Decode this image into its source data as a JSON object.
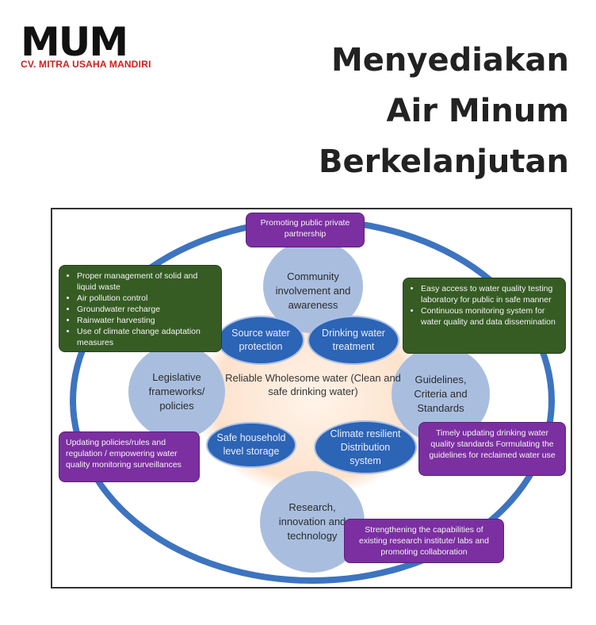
{
  "logo": {
    "word": "MUM",
    "company": "CV. MITRA USAHA MANDIRI"
  },
  "title": {
    "lines": [
      "Menyediakan",
      "Air Minum",
      "Berkelanjutan"
    ]
  },
  "diagram": {
    "center": "Reliable Wholesome water (Clean and safe drinking water)",
    "outer_nodes": {
      "community": "Community involvement and awareness",
      "legislative": "Legislative frameworks/ policies",
      "guidelines": "Guidelines, Criteria and Standards",
      "research": "Research, innovation and technology"
    },
    "inner_nodes": {
      "source": "Source water protection",
      "drinking": "Drinking water treatment",
      "household": "Safe household level storage",
      "climate": "Climate resilient Distribution system"
    },
    "boxes": {
      "partnership": "Promoting public private partnership",
      "waste_items": [
        "Proper management of solid and liquid waste",
        "Air pollution control",
        "Groundwater recharge",
        "Rainwater harvesting",
        "Use of climate change adaptation measures"
      ],
      "lab_items": [
        "Easy access to water quality testing laboratory for public in safe manner",
        "Continuous monitoring system for water quality and data dissemination"
      ],
      "policies": "Updating policies/rules and regulation / empowering water quality monitoring surveillances",
      "standards": "Timely updating drinking water quality standards Formulating the guidelines for reclaimed water use",
      "research_inst": "Strengthening the capabilities of existing research institute/ labs and promoting collaboration"
    }
  },
  "colors": {
    "ring": "#3d74c0",
    "outer_node": "#a9bedf",
    "inner_node": "#2c64b6",
    "green_box": "#365c24",
    "purple_box": "#7b2fa1",
    "logo_red": "#d0201e"
  }
}
